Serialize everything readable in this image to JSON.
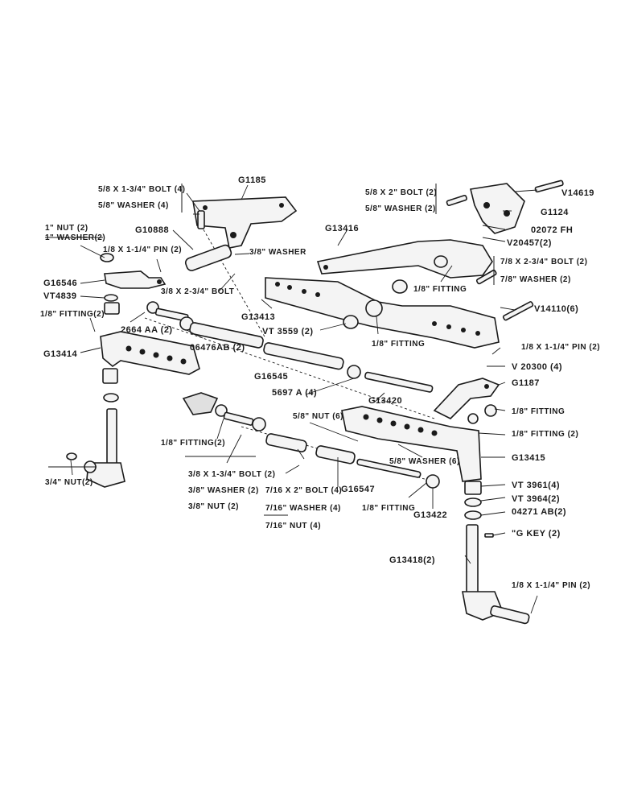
{
  "labels": {
    "g1185": "G1185",
    "bolt_5_8_x_1_3_4": "5/8 X 1-3/4\" BOLT (4)",
    "washer_5_8_4": "5/8\" WASHER (4)",
    "g10888": "G10888",
    "washer_3_8": "3/8\" WASHER",
    "nut_1_in": "1\" NUT (2)",
    "washer_1_in": "1\" WASHER(2)",
    "pin_1_8_x_1_1_4_left": "1/8 X 1-1/4\" PIN (2)",
    "g16546": "G16546",
    "vt4839": "VT4839",
    "bolt_3_8_x_2_3_4": "3/8 X 2-3/4\" BOLT",
    "fitting_left": "1/8\" FITTING(2)",
    "part_2664aa": "2664 AA (2)",
    "g13414": "G13414",
    "part_06476ab": "06476AB (2)",
    "g13413": "G13413",
    "g13416": "G13416",
    "vt3559": "VT 3559 (2)",
    "fitting_center_top": "1/8\" FITTING",
    "fitting_center": "1/8\" FITTING",
    "g16545": "G16545",
    "part_5697a": "5697 A (4)",
    "g13420": "G13420",
    "bolt_5_8_x_2": "5/8 X 2\" BOLT (2)",
    "washer_5_8_2": "5/8\" WASHER (2)",
    "v14619": "V14619",
    "g1124": "G1124",
    "part_02072fh": "02072 FH",
    "v20457": "V20457(2)",
    "bolt_7_8_x_2_3_4": "7/8 X 2-3/4\" BOLT (2)",
    "washer_7_8_2": "7/8\" WASHER (2)",
    "v14110": "V14110(6)",
    "pin_1_8_x_1_1_4_right": "1/8 X 1-1/4\" PIN (2)",
    "v20300": "V 20300 (4)",
    "g1187": "G1187",
    "fitting_right": "1/8\" FITTING",
    "fitting_right_2": "1/8\" FITTING (2)",
    "g13415": "G13415",
    "vt3961": "VT 3961(4)",
    "vt3964": "VT 3964(2)",
    "part_04271ab": "04271 AB(2)",
    "g_key": "\"G KEY (2)",
    "g13418": "G13418(2)",
    "pin_1_8_x_1_1_4_bottom": "1/8 X 1-1/4\" PIN (2)",
    "nut_5_8": "5/8\" NUT (6)",
    "washer_5_8_6": "5/8\" WASHER (6)",
    "fitting_lower_left": "1/8\" FITTING(2)",
    "bolt_3_8_x_1_3_4": "3/8 X 1-3/4\" BOLT (2)",
    "washer_3_8_2": "3/8\" WASHER (2)",
    "nut_3_8_2": "3/8\" NUT (2)",
    "bolt_7_16_x_2": "7/16 X 2\" BOLT (4)",
    "washer_7_16": "7/16\" WASHER (4)",
    "nut_7_16": "7/16\" NUT (4)",
    "g16547": "G16547",
    "fitting_lower": "1/8\" FITTING",
    "g13422": "G13422",
    "nut_3_4": "3/4\" NUT(2)"
  }
}
